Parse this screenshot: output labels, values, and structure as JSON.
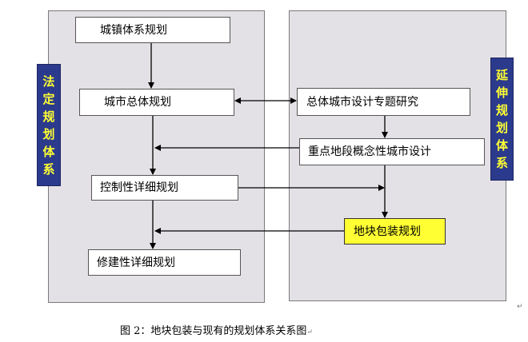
{
  "left_side_label": [
    "法",
    "定",
    "规",
    "划",
    "体",
    "系"
  ],
  "right_side_label": [
    "延",
    "伸",
    "规",
    "划",
    "体",
    "系"
  ],
  "boxes": {
    "town_system": "城镇体系规划",
    "city_master": "城市总体规划",
    "control_detail": "控制性详细规划",
    "construct_detail": "修建性详细规划",
    "overall_design_study": "总体城市设计专题研究",
    "key_area_design": "重点地段概念性城市设计",
    "parcel_packaging": "地块包装规划"
  },
  "caption": "图 2：地块包装与现有的规划体系关系图",
  "paragraph_mark": "↵",
  "colors": {
    "panel": "#e4e1e6",
    "side_bg": "#2b3a8c",
    "side_text": "#ffff33",
    "highlight": "#ffff33"
  }
}
